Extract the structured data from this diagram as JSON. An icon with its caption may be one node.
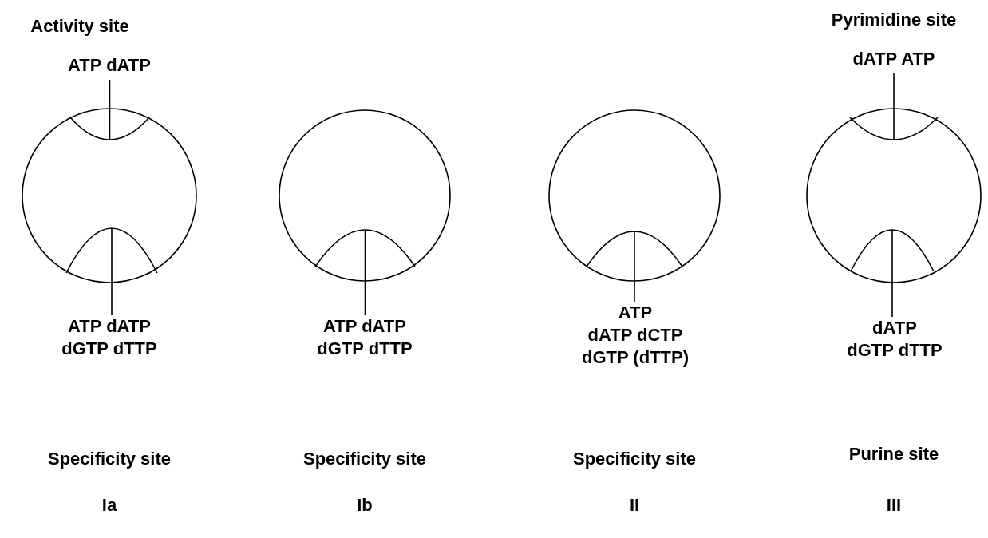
{
  "diagram": {
    "nodes": [
      {
        "text": [
          "ATP dATP"
        ]
      },
      {
        "text": [
          "dATP ATP"
        ]
      },
      {
        "text": [],
        "shape": "circle"
      },
      {
        "text": [],
        "shape": "arc",
        "in": 2
      },
      {
        "text": [],
        "shape": "arc",
        "in": 2
      },
      {
        "text": [],
        "shape": "circle"
      },
      {
        "text": [],
        "shape": "arc",
        "in": 5
      },
      {
        "text": [],
        "shape": "circle"
      },
      {
        "text": [],
        "shape": "arc",
        "in": 7
      },
      {
        "text": [],
        "shape": "circle"
      },
      {
        "text": [],
        "shape": "arc",
        "in": 9
      },
      {
        "text": [],
        "shape": "arc",
        "in": 9
      },
      {
        "text": [
          "ATP dATP dGTP dTTP"
        ]
      },
      {
        "text": [
          "ATP dATP dGTP dTTP"
        ]
      },
      {
        "text": [
          "ATP",
          "dATP dCTP",
          "dGTP (dTTP)"
        ]
      },
      {
        "text": [
          "dATP",
          "dGTP dTTP"
        ]
      }
    ],
    "edges": [
      {
        "from": 0,
        "to": 3,
        "arrow": "none"
      },
      {
        "from": 1,
        "to": 10,
        "arrow": "none"
      },
      {
        "from": 12,
        "to": 4,
        "arrow": "none"
      },
      {
        "from": 13,
        "to": 6,
        "arrow": "none"
      },
      {
        "from": 14,
        "to": 8,
        "arrow": "none"
      },
      {
        "from": 15,
        "to": 11,
        "arrow": "none"
      }
    ],
    "labels": [
      "Activity site",
      "Pyrimidine site",
      "Specificity site",
      "Specificity site",
      "Specificity site",
      "Purine site",
      "Ia",
      "Ib",
      "II",
      "III"
    ]
  }
}
